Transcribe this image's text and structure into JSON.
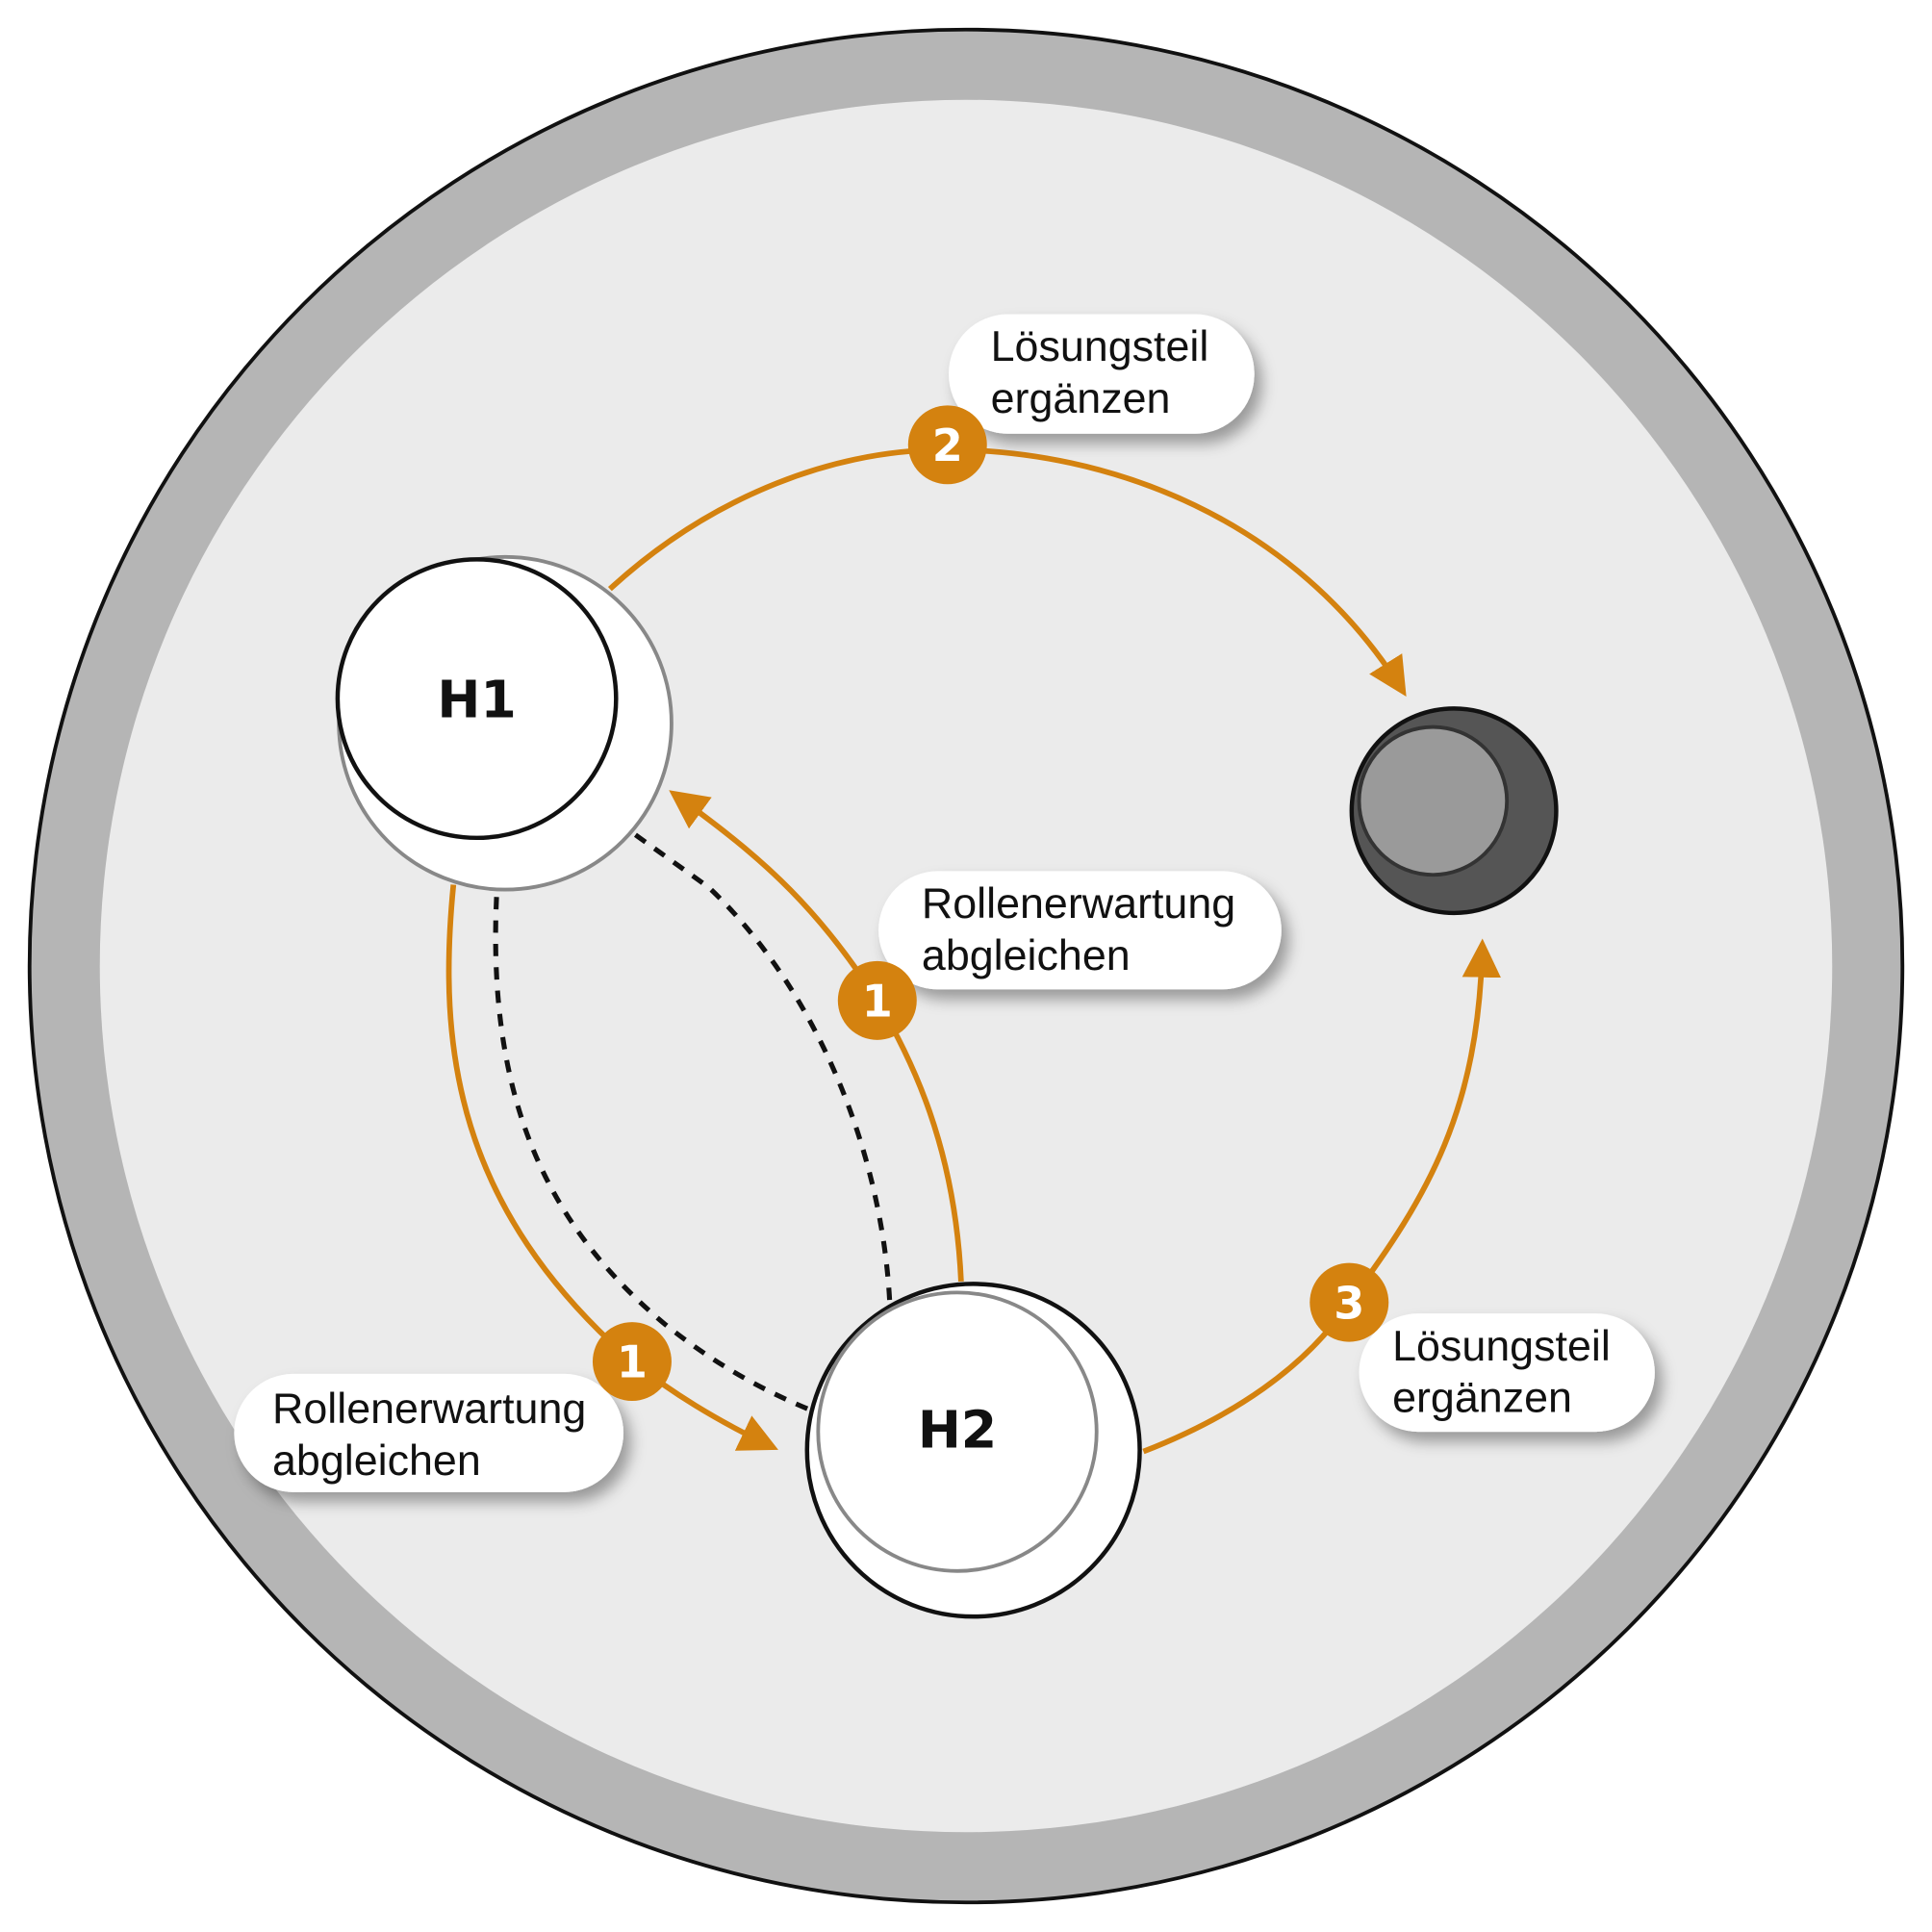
{
  "colors": {
    "accent": "#d4820f",
    "ring": "#b5b5b5",
    "field": "#ebebeb",
    "dark_node": "#555555"
  },
  "nodes": {
    "h1": "H1",
    "h2": "H2"
  },
  "badges": {
    "top": "2",
    "mid": "1",
    "left": "1",
    "right": "3"
  },
  "labels": {
    "top": {
      "line1": "Lösungsteil",
      "line2": "ergänzen"
    },
    "mid": {
      "line1": "Rollenerwartung",
      "line2": "abgleichen"
    },
    "left": {
      "line1": "Rollenerwartung",
      "line2": "abgleichen"
    },
    "right": {
      "line1": "Lösungsteil",
      "line2": "ergänzen"
    }
  }
}
